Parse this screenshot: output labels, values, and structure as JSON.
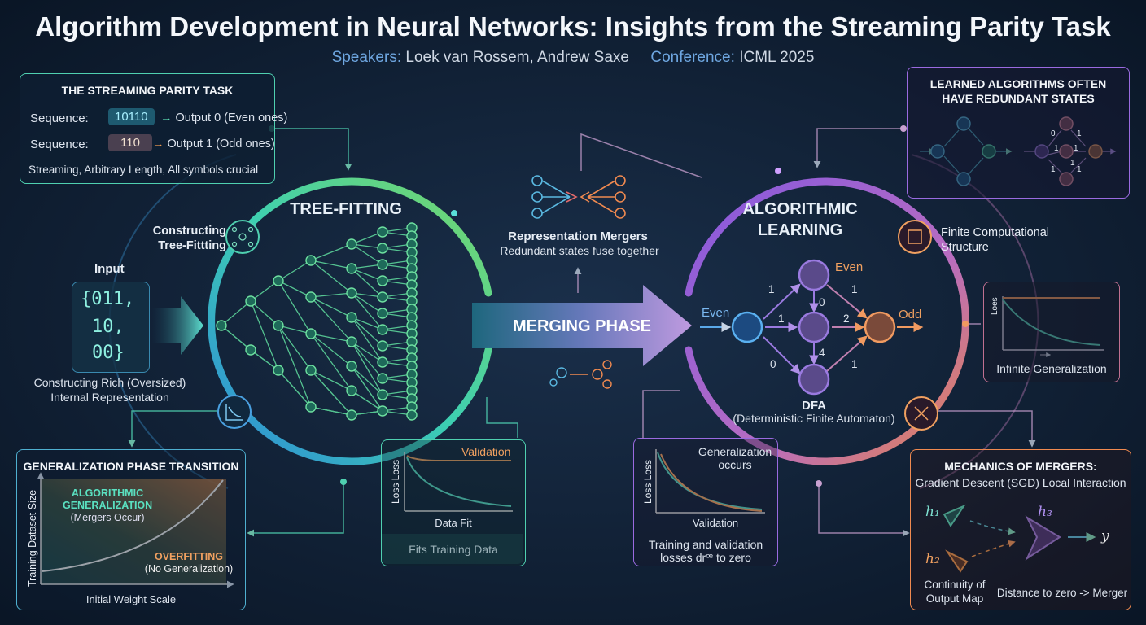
{
  "header": {
    "title": "Algorithm Development in Neural Networks: Insights from the Streaming Parity Task",
    "speakers_label": "Speakers:",
    "speakers": "Loek van Rossem, Andrew Saxe",
    "conference_label": "Conference:",
    "conference": "ICML 2025"
  },
  "task_panel": {
    "heading": "THE STREAMING PARITY TASK",
    "row1_label": "Sequence:",
    "row1_seq": "10110",
    "row1_out": "Output 0 (Even ones)",
    "row2_label": "Sequence:",
    "row2_seq": "110",
    "row2_out": "Output 1 (Odd ones)",
    "footer": "Streaming, Arbitrary Length, All symbols crucial"
  },
  "input_block": {
    "label": "Input",
    "line1": "{011,",
    "line2": "10,",
    "line3": "00}",
    "caption1": "Constructing Rich (Oversized)",
    "caption2": "Internal Representation"
  },
  "tree_fitting": {
    "title": "TREE-FITTING",
    "badge1": "Constructing",
    "badge2": "Tree-Fittting"
  },
  "center": {
    "mergers_title": "Representation Mergers",
    "mergers_sub": "Redundant states fuse together",
    "arrow_label": "MERGING PHASE"
  },
  "algorithmic": {
    "title1": "ALGORITHMIC",
    "title2": "LEARNING",
    "badge1": "Finite Computational",
    "badge2": "Structure",
    "dfa_title": "DFA",
    "dfa_sub": "(Deterministic Finite Automaton)",
    "label_even_in": "Even",
    "label_even_top": "Even",
    "label_odd": "Odd",
    "edge_labels": [
      "1",
      "1",
      "0",
      "0",
      "2",
      "4",
      "1",
      "1"
    ]
  },
  "redundant_panel": {
    "heading1": "LEARNED ALGORITHMS OFTEN",
    "heading2": "HAVE REDUNDANT STATES",
    "edge_labels": [
      "0",
      "1",
      "1",
      "1",
      "1",
      "1",
      "1"
    ]
  },
  "inf_gen_panel": {
    "ylabel": "Loes",
    "caption": "Infinite Generalization"
  },
  "gen_phase_panel": {
    "heading": "GENERALIZATION PHASE TRANSITION",
    "alg1": "ALGORITHMIC",
    "alg2": "GENERALIZATION",
    "alg3": "(Mergers Occur)",
    "over1": "OVERFITTING",
    "over2": "(No Generalization)",
    "ylabel": "Training Dataset Size",
    "xlabel": "Initial Weight Scale"
  },
  "fit_panel": {
    "legend": "Validation",
    "ylabel": "Loss Loss",
    "xlabel": "Data Fit",
    "caption": "Fits Training Data"
  },
  "val_panel": {
    "legend1": "Generalization",
    "legend2": "occurs",
    "ylabel": "Loss Loss",
    "xlabel": "Validation",
    "caption1": "Training and validation",
    "caption2": "losses drꟹ to zero"
  },
  "mech_panel": {
    "heading": "MECHANICS OF MERGERS:",
    "sub": "Gradient Descent (SGD) Local Interaction",
    "h1": "h₁",
    "h2": "h₂",
    "h3": "h₃",
    "y": "y",
    "cap1a": "Continuity of",
    "cap1b": "Output Map",
    "cap2": "Distance to zero -> Merger"
  },
  "colors": {
    "teal": "#4fd8b0",
    "green": "#7bdc6a",
    "purple": "#9a6ae0",
    "orange": "#f08a50",
    "blue": "#4a9ee0"
  }
}
